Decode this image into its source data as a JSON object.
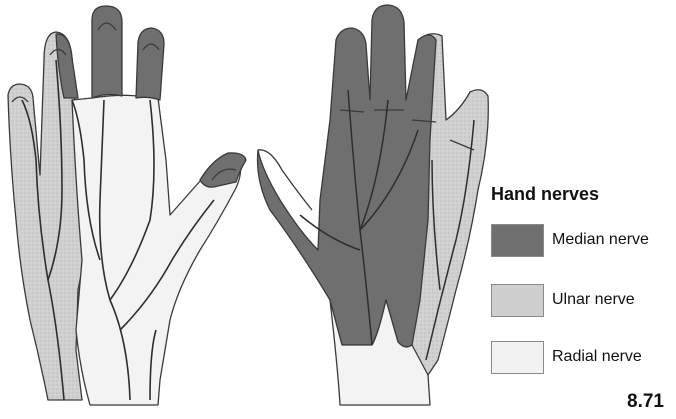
{
  "legend": {
    "title": "Hand nerves",
    "items": [
      {
        "label": "Median nerve",
        "color": "#6f6f6f"
      },
      {
        "label": "Ulnar nerve",
        "color": "#cfcfcf"
      },
      {
        "label": "Radial nerve",
        "color": "#f2f2f2"
      }
    ]
  },
  "figure_number": "8.71",
  "colors": {
    "outline": "#3a3a3a",
    "vein": "#2e2e2e"
  }
}
